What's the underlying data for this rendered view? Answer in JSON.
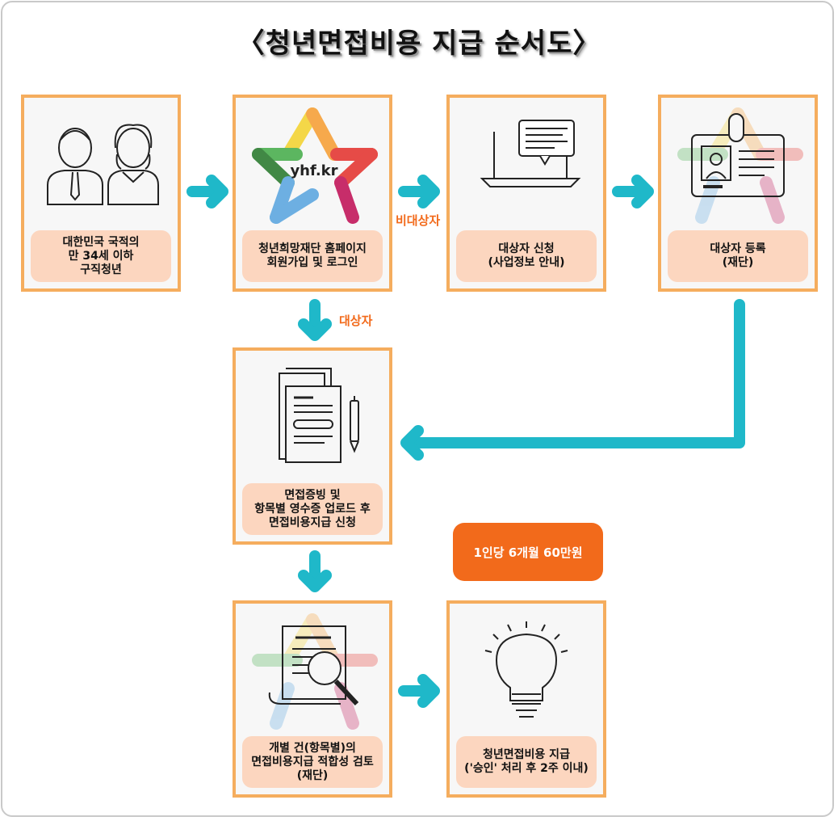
{
  "title": "〈청년면접비용 지급 순서도〉",
  "steps": [
    {
      "label": "대한민국 국적의\n만 34세 이하\n구직청년",
      "icon": "people-icon"
    },
    {
      "label": "청년희망재단 홈페이지\n회원가입 및 로그인",
      "icon": "yhf-star-logo-icon",
      "logo_text": "yhf.kr"
    },
    {
      "label": "대상자 신청\n(사업정보 안내)",
      "icon": "laptop-chat-icon"
    },
    {
      "label": "대상자 등록\n(재단)",
      "icon": "id-card-icon"
    },
    {
      "label": "면접증빙 및\n항목별 영수증 업로드 후\n면접비용지급 신청",
      "icon": "document-pen-icon"
    },
    {
      "label": "개별 건(항목별)의\n면접비용지급 적합성 검토\n(재단)",
      "icon": "document-magnifier-icon"
    },
    {
      "label": "청년면접비용 지급\n('승인' 처리 후 2주 이내)",
      "icon": "lightbulb-icon"
    }
  ],
  "branch_labels": {
    "non_target": "비대상자",
    "target": "대상자"
  },
  "badge": "1인당 6개월 60만원",
  "colors": {
    "border": "#f5ad5e",
    "label_bg": "#fcd6bf",
    "arrow": "#1fb8c9",
    "accent": "#f26a1b"
  }
}
